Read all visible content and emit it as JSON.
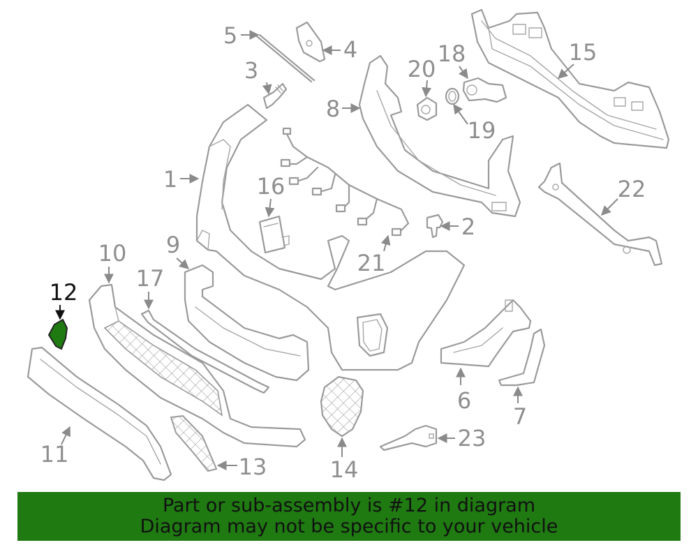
{
  "callouts": {
    "n1": "1",
    "n2": "2",
    "n3": "3",
    "n4": "4",
    "n5": "5",
    "n6": "6",
    "n7": "7",
    "n8": "8",
    "n9": "9",
    "n10": "10",
    "n11": "11",
    "n12": "12",
    "n13": "13",
    "n14": "14",
    "n15": "15",
    "n16": "16",
    "n17": "17",
    "n18": "18",
    "n19": "19",
    "n20": "20",
    "n21": "21",
    "n22": "22",
    "n23": "23"
  },
  "highlight": {
    "part_number": "12",
    "color": "#1f7a12"
  },
  "banner": {
    "line1": "Part or sub-assembly is #12 in diagram",
    "line2": "Diagram may not be specific to your vehicle",
    "background": "#1f7a12"
  }
}
